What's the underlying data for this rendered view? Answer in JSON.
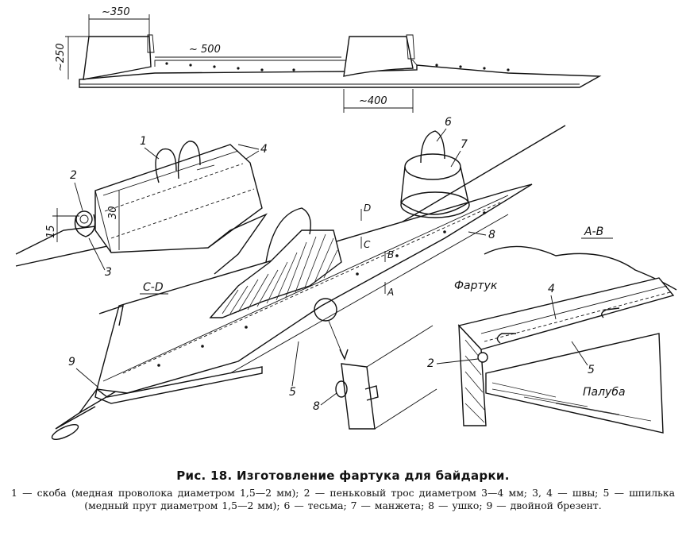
{
  "figure": {
    "dimensions": {
      "len_350": "~350",
      "len_500": "~ 500",
      "height_250": "~250",
      "len_400": "~400"
    },
    "detail_top_left": {
      "labels": {
        "n1": "1",
        "n2": "2",
        "n3": "3",
        "n4": "4"
      },
      "dim_30": "30",
      "dim_15": "15"
    },
    "main_view": {
      "labels": {
        "n5": "5",
        "n6": "6",
        "n7": "7",
        "n8a": "8",
        "n8b": "8",
        "n9": "9"
      },
      "section_letters": {
        "A": "A",
        "B": "B",
        "C": "C",
        "D": "D"
      },
      "section_cd": "C-D"
    },
    "section_ab": {
      "title": "A-B",
      "fartuk": "Фартук",
      "paluba": "Палуба",
      "labels": {
        "n2": "2",
        "n4": "4",
        "n5": "5"
      }
    }
  },
  "caption": "Рис. 18. Изготовление фартука для байдарки.",
  "legend": "1 — скоба (медная проволока диаметром 1,5—2 мм); 2 — пеньковый трос диаметром 3—4 мм; 3, 4 — швы; 5 — шпилька (медный прут диаметром 1,5—2 мм); 6 — тесьма; 7 — манжета; 8 — ушко; 9 — двойной брезент."
}
